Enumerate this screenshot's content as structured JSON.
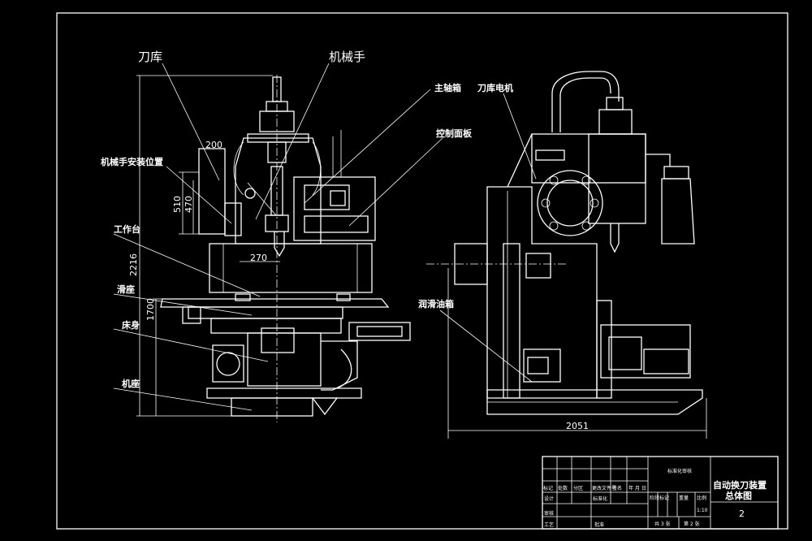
{
  "labels": {
    "tool_magazine": "刀库",
    "manipulator": "机械手",
    "spindle_box": "主轴箱",
    "magazine_motor": "刀库电机",
    "control_panel": "控制面板",
    "manipulator_mount": "机械手安装位置",
    "worktable": "工作台",
    "slide_seat": "滑座",
    "bed_body": "床身",
    "base": "机座",
    "lube_tank": "润滑油箱"
  },
  "dimensions": {
    "d200": "200",
    "d510": "510",
    "d470": "470",
    "d270": "270",
    "d2216": "2216",
    "d1700": "1700",
    "d2051": "2051"
  },
  "title_block": {
    "center_label": "标准化审核",
    "title_line1": "自动换刀装置",
    "title_line2": "总体图",
    "sheet_number": "2",
    "row_labels": [
      "标记",
      "处数",
      "分区",
      "更改文件号",
      "签名",
      "年 月 日"
    ],
    "designer": "设计",
    "standardization": "标准化",
    "audit": "审核",
    "process": "工艺",
    "approve": "批准",
    "stage_mark": "阶段标记",
    "weight": "重量",
    "scale": "比例",
    "scale_value": "1:10",
    "sheet_total": "共 3 张",
    "sheet_this": "第 2 张"
  }
}
